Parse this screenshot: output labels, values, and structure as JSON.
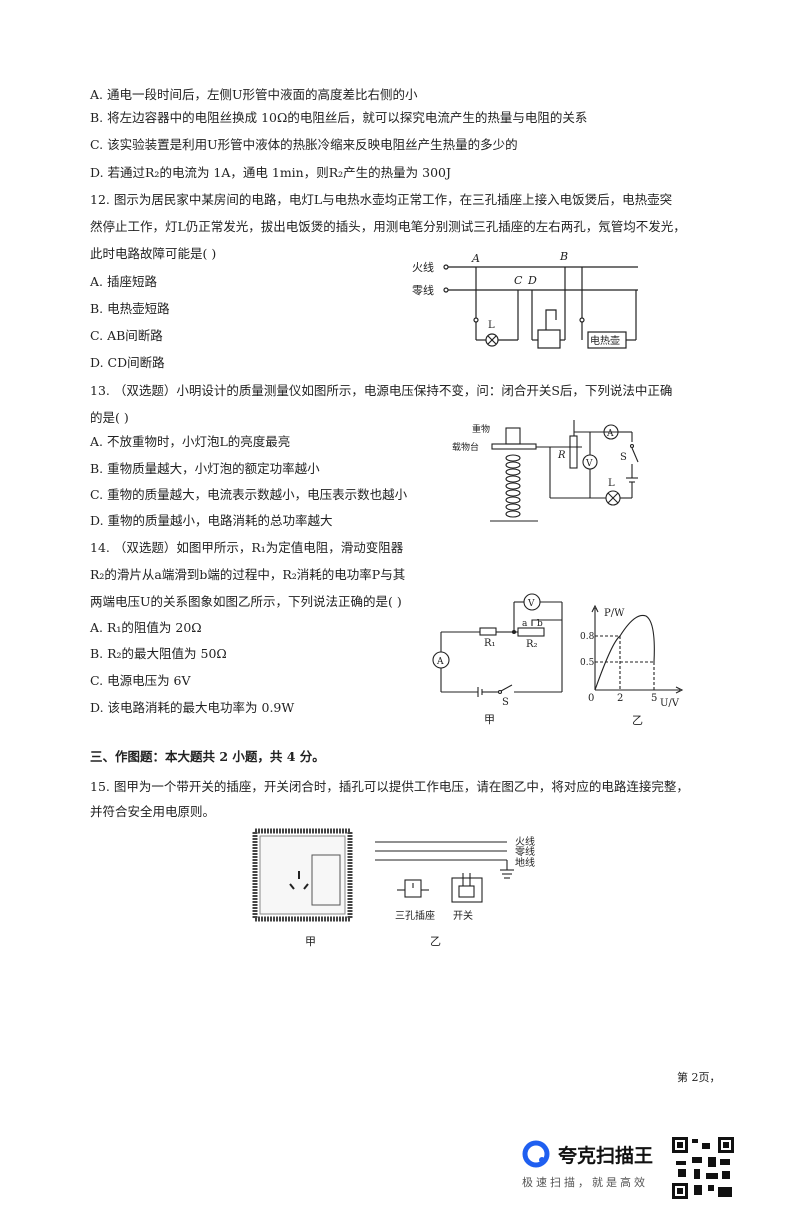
{
  "q11_options": [
    "A. 通电一段时间后，左侧U形管中液面的高度差比右侧的小",
    "B. 将左边容器中的电阻丝换成 10Ω的电阻丝后，就可以探究电流产生的热量与电阻的关系",
    "C. 该实验装置是利用U形管中液体的热胀冷缩来反映电阻丝产生热量的多少的",
    "D. 若通过R₂的电流为 1A，通电 1min，则R₂产生的热量为 300J"
  ],
  "q12": {
    "stem": [
      "12. 图示为居民家中某房间的电路，电灯L与电热水壶均正常工作，在三孔插座上接入电饭煲后，电热壶突",
      "然停止工作，灯L仍正常发光，拔出电饭煲的插头，用测电笔分别测试三孔插座的左右两孔，氖管均不发光，",
      "此时电路故障可能是(    )"
    ],
    "options": [
      "A. 插座短路",
      "B. 电热壶短路",
      "C. AB间断路",
      "D. CD间断路"
    ],
    "figure": {
      "live": "火线",
      "neutral": "零线",
      "A": "A",
      "B": "B",
      "C": "C",
      "D": "D",
      "lamp": "L",
      "kettle": "电热壶"
    }
  },
  "q13": {
    "stem": [
      "13. （双选题）小明设计的质量测量仪如图所示，电源电压保持不变，问：闭合开关S后，下列说法中正确",
      "的是(    )"
    ],
    "options": [
      "A. 不放重物时，小灯泡L的亮度最亮",
      "B. 重物质量越大，小灯泡的额定功率越小",
      "C. 重物的质量越大，电流表示数越小，电压表示数也越小",
      "D. 重物的质量越小，电路消耗的总功率越大"
    ],
    "figure": {
      "weight": "重物",
      "platform": "载物台",
      "R": "R",
      "ammeter": "A",
      "voltmeter": "V",
      "switch": "S",
      "lamp": "L"
    }
  },
  "q14": {
    "stem": [
      "14. （双选题）如图甲所示，R₁为定值电阻，滑动变阻器",
      "R₂的滑片从a端滑到b端的过程中，R₂消耗的电功率P与其",
      "两端电压U的关系图象如图乙所示，下列说法正确的是(   )"
    ],
    "options": [
      "A. R₁的阻值为 20Ω",
      "B. R₂的最大阻值为 50Ω",
      "C. 电源电压为 6V",
      "D. 该电路消耗的最大电功率为 0.9W"
    ],
    "figure_jia": {
      "voltmeter": "V",
      "ammeter": "A",
      "R1": "R₁",
      "R2": "R₂",
      "a": "a",
      "b": "b",
      "switch": "S",
      "caption": "甲"
    },
    "figure_yi": {
      "ylabel": "P/W",
      "xlabel": "U/V",
      "origin": "0",
      "y_ticks": [
        "0.8",
        "0.5"
      ],
      "x_ticks": [
        "2",
        "5"
      ],
      "caption": "乙"
    }
  },
  "section3": {
    "title": "三、作图题：本大题共 2 小题，共 4 分。",
    "q15": [
      "15. 图甲为一个带开关的插座，开关闭合时，插孔可以提供工作电压，请在图乙中，将对应的电路连接完整，",
      "并符合安全用电原则。"
    ],
    "figure": {
      "live": "火线",
      "neutral": "零线",
      "ground": "地线",
      "socket": "三孔插座",
      "switch": "开关",
      "caption_jia": "甲",
      "caption_yi": "乙"
    }
  },
  "page_number": "第 2页，",
  "watermark": {
    "brand": "夸克扫描王",
    "slogan": "极速扫描，就是高效",
    "color": "#1f5ff0"
  }
}
